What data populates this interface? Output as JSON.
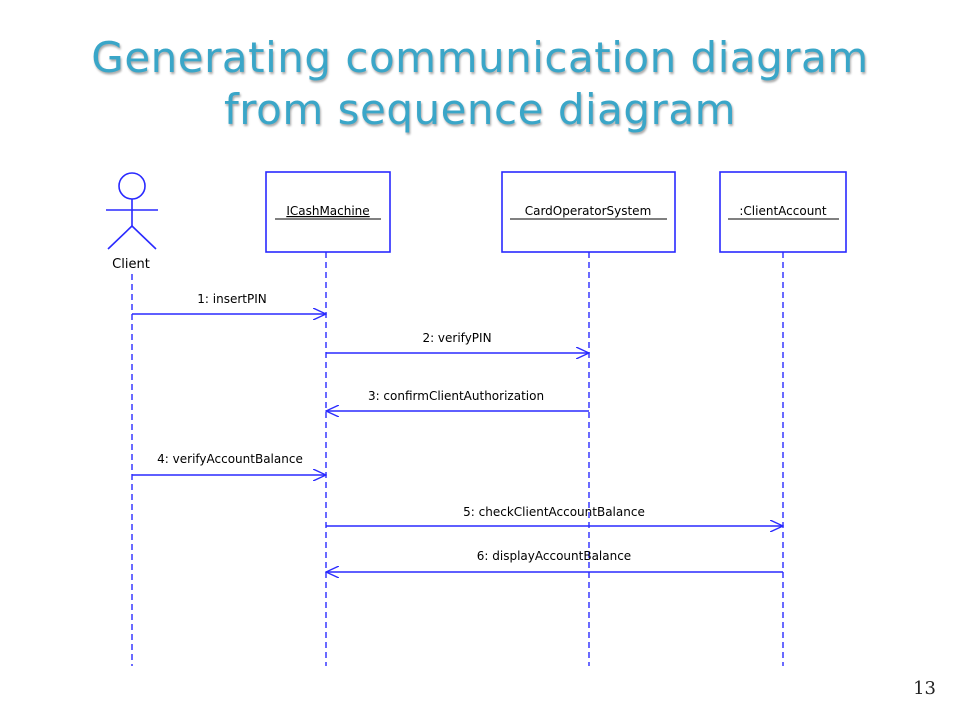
{
  "title": {
    "line1": "Generating communication diagram",
    "line2": "from sequence diagram"
  },
  "colors": {
    "title": "#3aa6c8",
    "diagram_line": "#2a2aff",
    "text": "#000000"
  },
  "actor": {
    "name": "Client"
  },
  "objects": [
    {
      "id": "cash",
      "label": "ICashMachine"
    },
    {
      "id": "card",
      "label": "CardOperatorSystem"
    },
    {
      "id": "acct",
      "label": ":ClientAccount"
    }
  ],
  "messages": [
    {
      "label": "1: insertPIN",
      "from": "client",
      "to": "cash"
    },
    {
      "label": "2: verifyPIN",
      "from": "cash",
      "to": "card"
    },
    {
      "label": "3: confirmClientAuthorization",
      "from": "card",
      "to": "cash"
    },
    {
      "label": "4: verifyAccountBalance",
      "from": "client",
      "to": "cash"
    },
    {
      "label": "5: checkClientAccountBalance",
      "from": "cash",
      "to": "acct"
    },
    {
      "label": "6: displayAccountBalance",
      "from": "acct",
      "to": "cash"
    }
  ],
  "page_number": "13"
}
